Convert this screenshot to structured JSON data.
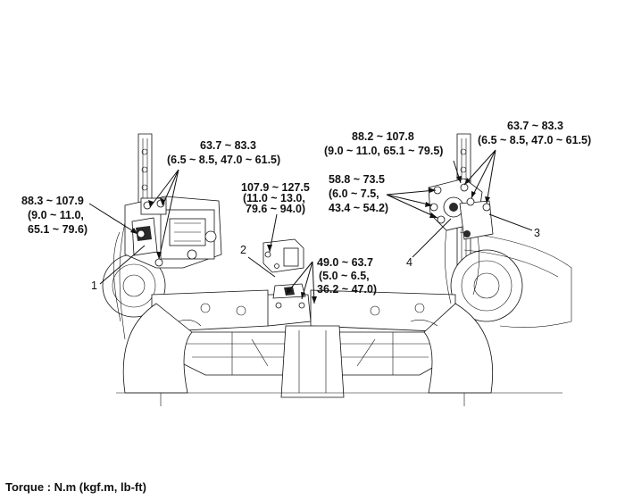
{
  "callouts": [
    {
      "id": "1",
      "label": "1"
    },
    {
      "id": "2",
      "label": "2"
    },
    {
      "id": "3",
      "label": "3"
    },
    {
      "id": "4",
      "label": "4"
    }
  ],
  "torques": {
    "left_mount_top": [
      "63.7 ~ 83.3",
      "(6.5 ~ 8.5, 47.0 ~ 61.5)"
    ],
    "left_mount_side": [
      "88.3 ~ 107.9",
      "(9.0 ~ 11.0,",
      "65.1 ~ 79.6)"
    ],
    "center_upper": [
      "107.9 ~ 127.5",
      "(11.0 ~ 13.0,",
      "79.6 ~ 94.0)"
    ],
    "center_lower": [
      "49.0 ~ 63.7",
      "(5.0 ~ 6.5,",
      "36.2 ~ 47.0)"
    ],
    "right_bracket_top": [
      "88.2 ~ 107.8",
      "(9.0 ~ 11.0, 65.1 ~ 79.5)"
    ],
    "right_bracket_mid": [
      "58.8 ~ 73.5",
      "(6.0 ~ 7.5,",
      "43.4 ~ 54.2)"
    ],
    "right_mount_top": [
      "63.7 ~ 83.3",
      "(6.5 ~ 8.5, 47.0 ~ 61.5)"
    ]
  },
  "footer": "Torque : N.m (kgf.m, lb-ft)"
}
